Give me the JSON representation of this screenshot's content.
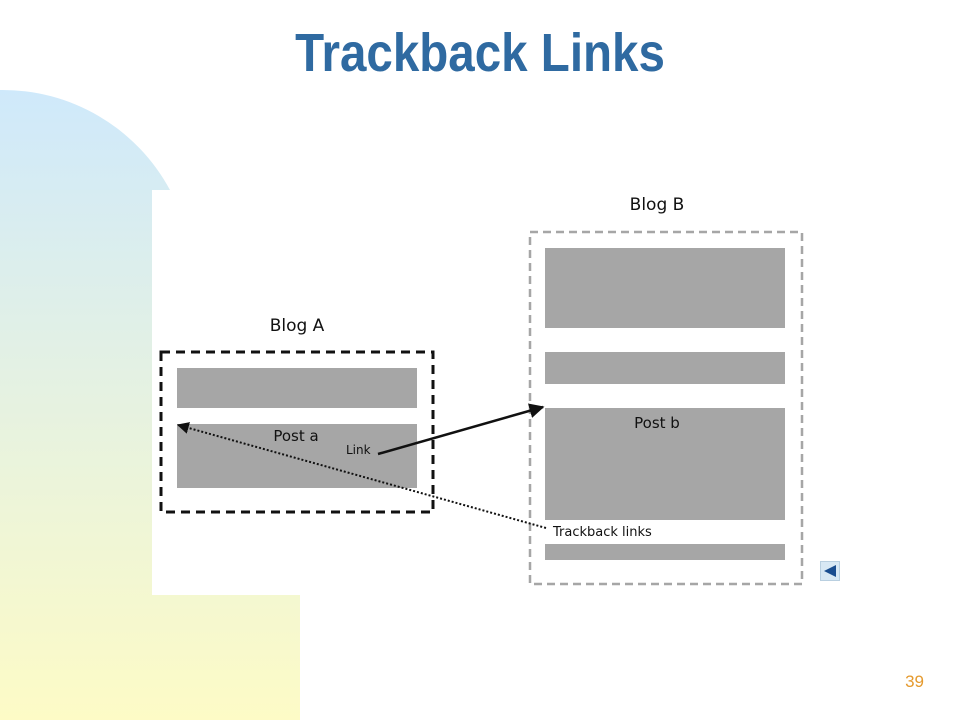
{
  "slide": {
    "title": "Trackback Links",
    "page_number": "39"
  },
  "diagram": {
    "blog_a": {
      "label": "Blog A",
      "post_label": "Post a",
      "link_label": "Link"
    },
    "blog_b": {
      "label": "Blog B",
      "post_label": "Post b",
      "trackback_label": "Trackback links"
    }
  },
  "nav": {
    "previous_icon": "triangle-left-icon"
  },
  "colors": {
    "title": "#2f6aa1",
    "page_number": "#e59a2e",
    "block_fill": "#a6a6a6",
    "background_gradient_top": "#cfe9fb",
    "background_gradient_bottom": "#fdfbc6"
  }
}
